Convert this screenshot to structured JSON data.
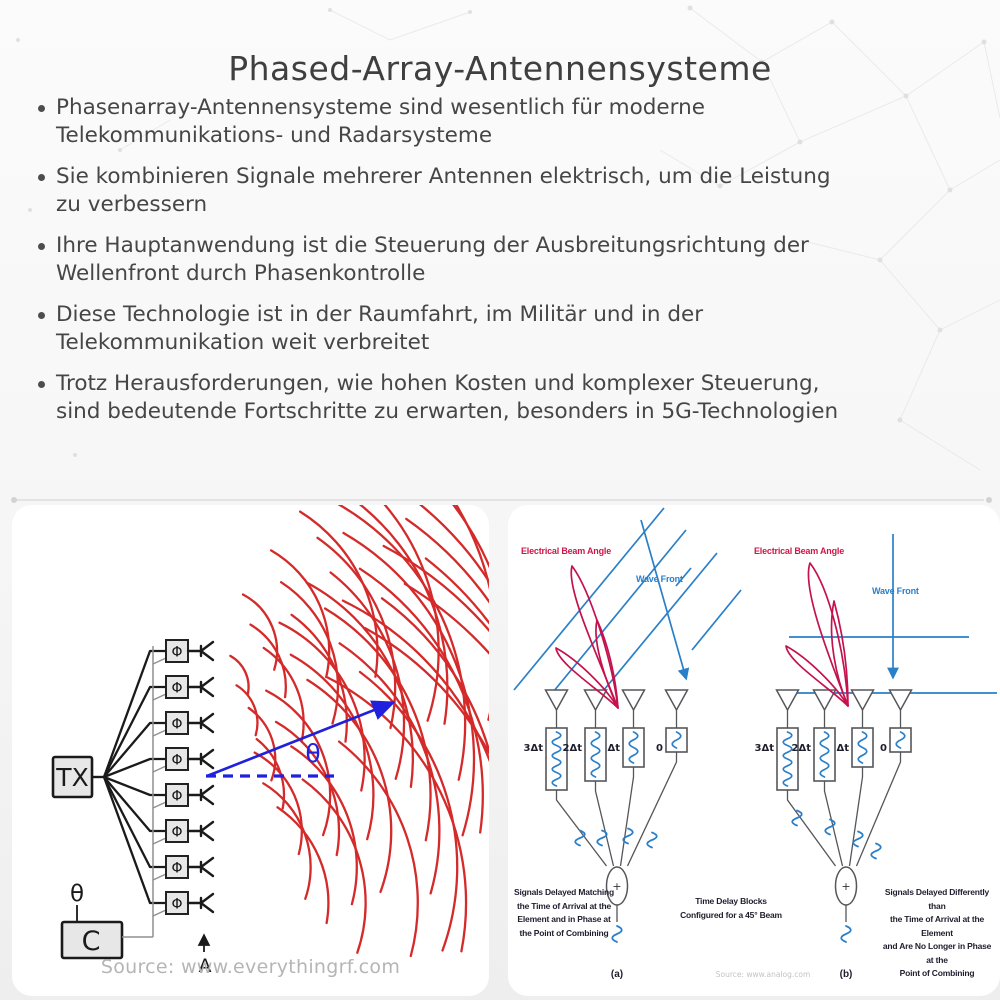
{
  "page": {
    "title": "Phased-Array-Antennensysteme"
  },
  "bullets": [
    "Phasenarray-Antennensysteme sind wesentlich für moderne\nTelekommunikations- und Radarsysteme",
    "Sie kombinieren Signale mehrerer Antennen elektrisch, um die Leistung\nzu verbessern",
    "Ihre Hauptanwendung ist die Steuerung der Ausbreitungsrichtung der\nWellenfront durch Phasenkontrolle",
    "Diese Technologie ist in der Raumfahrt, im Militär und in der\nTelekommunikation weit verbreitet",
    "Trotz Herausforderungen, wie hohen Kosten und komplexer Steuerung,\nsind bedeutende Fortschritte zu erwarten, besonders in 5G-Technologien"
  ],
  "left_panel": {
    "tx_label": "TX",
    "phase_symbol": "Φ",
    "controller_label": "C",
    "controller_theta": "θ",
    "beam_theta": "θ",
    "array_axis_label": "A",
    "source": "Source: www.everythingrf.com",
    "antenna_count": 8,
    "colors": {
      "wave_red": "#d42a2a",
      "beam_blue": "#2121dd",
      "line_black": "#1a1a1a",
      "bus_gray": "#8f8f8f"
    }
  },
  "right_panel": {
    "diagram_a": {
      "beam_label": "Electrical Beam Angle",
      "wavefront_label": "Wave Front",
      "caption": "Signals Delayed Matching\nthe Time of Arrival at the\nElement and in Phase at\nthe Point of Combining",
      "figure_label": "(a)"
    },
    "center_caption": "Time Delay Blocks\nConfigured for a 45° Beam",
    "diagram_b": {
      "beam_label": "Electrical Beam Angle",
      "wavefront_label": "Wave Front",
      "caption": "Signals Delayed Differently than\nthe Time of Arrival at the Element\nand Are No Longer in Phase at the\nPoint of Combining",
      "figure_label": "(b)"
    },
    "delay_labels": [
      "3Δt",
      "2Δt",
      "Δt",
      "0"
    ],
    "sum_symbol": "+",
    "source": "Source: www.analog.com",
    "colors": {
      "accent_red": "#c4124f",
      "accent_blue": "#2a7fc9",
      "circuit_gray": "#55565a"
    }
  }
}
